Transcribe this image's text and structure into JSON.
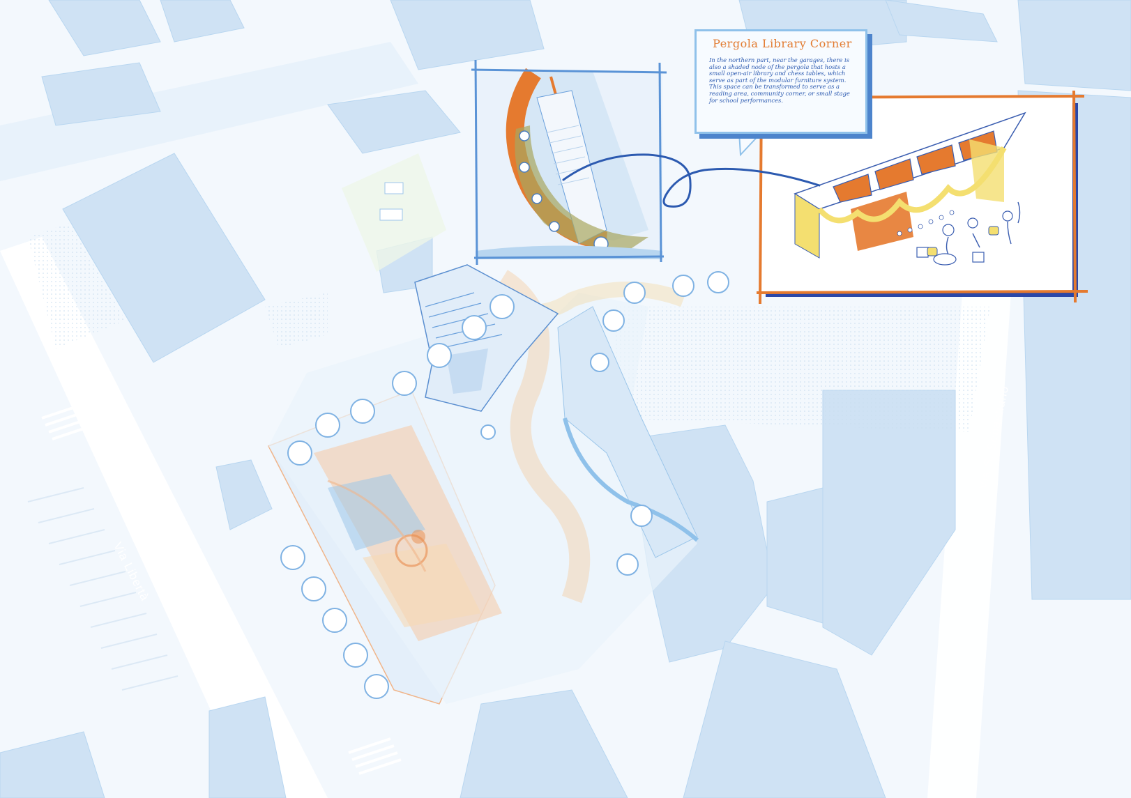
{
  "callout": {
    "title": "Pergola Library Corner",
    "body": "In the northern part, near the garages, there is also a shaded node of the pergola that hosts a small open-air library and chess tables, which serve as part of the modular furniture system. This space can be transformed to serve as a reading area, community corner, or small stage for school performances."
  },
  "streets": {
    "via_liberta": "Via Libertà",
    "via_sebastiano": "Via S. Sebastiano"
  },
  "colors": {
    "background": "#f3f8fd",
    "building": "#cfe2f4",
    "building_shadow": "#b8d6f0",
    "accent_orange": "#e27a2f",
    "accent_blue": "#2c5ab0",
    "light_blue": "#8fc1ea"
  }
}
